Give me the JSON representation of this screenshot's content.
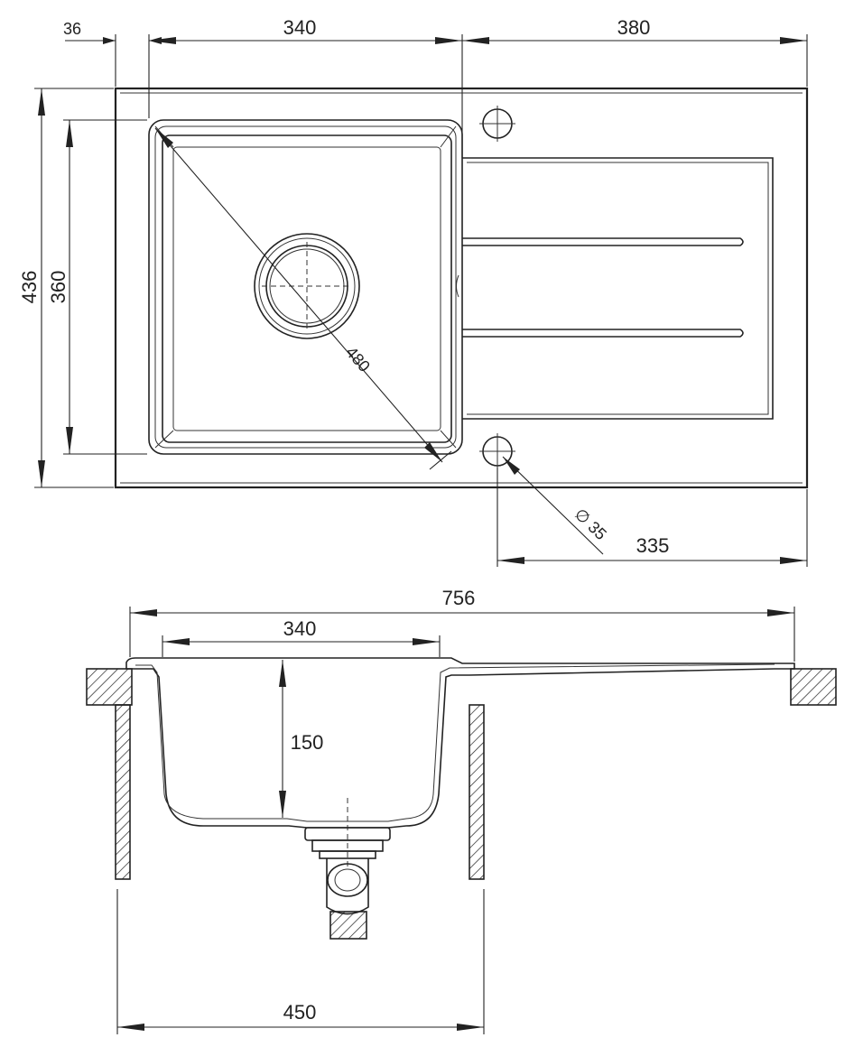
{
  "top_view": {
    "dims": {
      "left_offset": "36",
      "bowl_width": "340",
      "drainer_width": "380",
      "overall_depth": "436",
      "bowl_depth": "360",
      "bowl_diagonal": "480",
      "tap_hole": "∅ 35",
      "tap_offset": "335"
    }
  },
  "section_view": {
    "dims": {
      "overall_width": "756",
      "bowl_width": "340",
      "bowl_height": "150",
      "cabinet_width": "450"
    }
  }
}
